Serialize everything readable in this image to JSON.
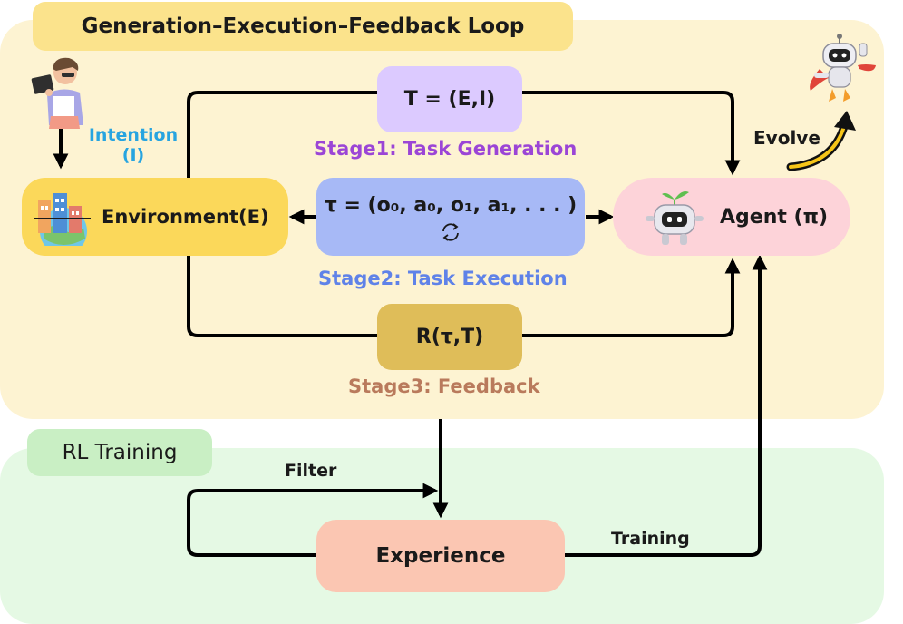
{
  "loop_section": {
    "title": "Generation–Execution–Feedback Loop",
    "colors": {
      "panel": "#fdf3d2",
      "title_bg": "#fbe38c"
    }
  },
  "rl_section": {
    "title": "RL Training",
    "colors": {
      "panel": "#e5f9e4",
      "title_bg": "#c9efc4"
    }
  },
  "nodes": {
    "environment": {
      "label": "Environment(E)",
      "color": "#fbd85a",
      "icon": "city-globe-icon"
    },
    "agent": {
      "label": "Agent (π)",
      "color": "#fdd3d9",
      "icon": "robot-sprout-icon"
    },
    "task": {
      "label": "T = (E,I)",
      "color": "#dccaff"
    },
    "trajectory": {
      "label": "τ = (o₀, a₀, o₁, a₁, . . . )",
      "color": "#a7b9f6",
      "icon": "refresh-cycle-icon"
    },
    "reward": {
      "label": "R(τ,T)",
      "color": "#dfbd59"
    },
    "experience": {
      "label": "Experience",
      "color": "#fbc6b2"
    }
  },
  "stages": {
    "stage1": {
      "label": "Stage1: Task Generation",
      "color": "#9b45d6"
    },
    "stage2": {
      "label": "Stage2: Task Execution",
      "color": "#5f82e8"
    },
    "stage3": {
      "label": "Stage3: Feedback",
      "color": "#b97a5c"
    }
  },
  "annotations": {
    "intention_line1": "Intention",
    "intention_line2": "(I)",
    "intention_color": "#27a4e0",
    "evolve": "Evolve",
    "filter": "Filter",
    "training": "Training"
  },
  "icons": {
    "user": "person-reading-icon",
    "superhero_robot": "flying-robot-icon",
    "evolve_arrow": "curved-arrow-icon"
  }
}
